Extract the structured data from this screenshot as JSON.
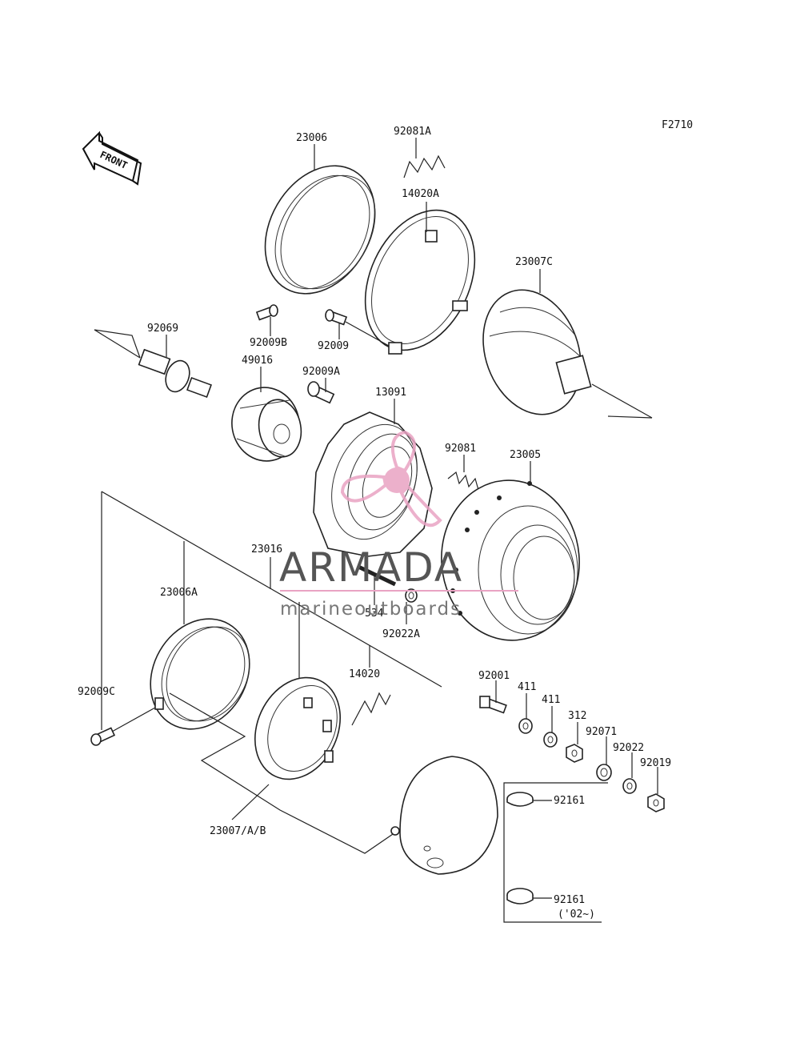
{
  "figure_code": "F2710",
  "front_arrow_label": "FRONT",
  "watermark": {
    "brand": "ARMADA",
    "tagline": "marineoutboards",
    "logo_color": "#e9a3c3"
  },
  "part_labels": {
    "p23006": "23006",
    "p92081A": "92081A",
    "p14020A": "14020A",
    "p23007C": "23007C",
    "p92069": "92069",
    "p92009B": "92009B",
    "p92009": "92009",
    "p49016": "49016",
    "p92009A": "92009A",
    "p13091": "13091",
    "p92081": "92081",
    "p23005": "23005",
    "p23016": "23016",
    "p23006A": "23006A",
    "p534": "534",
    "p92022A": "92022A",
    "p14020": "14020",
    "p92009C": "92009C",
    "p92001": "92001",
    "p411a": "411",
    "p411b": "411",
    "p312": "312",
    "p92071": "92071",
    "p92022": "92022",
    "p92019": "92019",
    "p23007AB": "23007/A/B",
    "p92161a": "92161",
    "p92161b": "92161",
    "p92161b_note": "('02~)"
  }
}
